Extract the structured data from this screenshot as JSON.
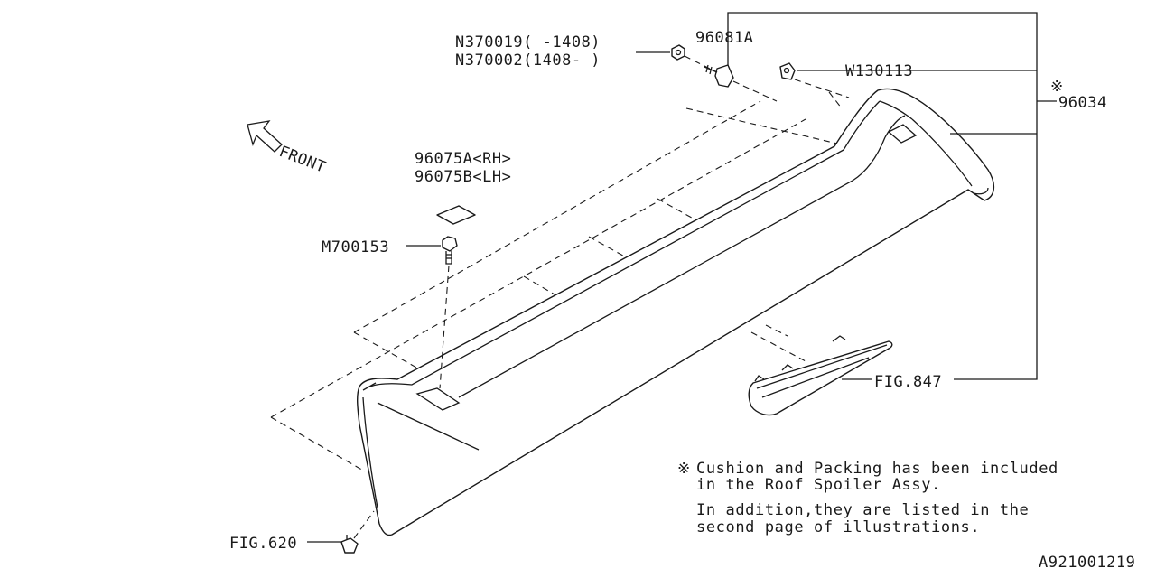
{
  "labels": {
    "n370019": "N370019(  -1408)",
    "n370002": "N370002(1408-  )",
    "p96081a": "96081A",
    "w130113": "W130113",
    "asterisk": "※",
    "p96034": "96034",
    "front": "FRONT",
    "p96075a": "96075A<RH>",
    "p96075b": "96075B<LH>",
    "m700153": "M700153",
    "fig847": "FIG.847",
    "fig620": "FIG.620"
  },
  "note": {
    "mark": "※",
    "line1": "Cushion and Packing has been included",
    "line2": "in the Roof Spoiler Assy.",
    "line3": "In addition,they are listed in the",
    "line4": "second page of illustrations."
  },
  "diagram_id": "A921001219"
}
